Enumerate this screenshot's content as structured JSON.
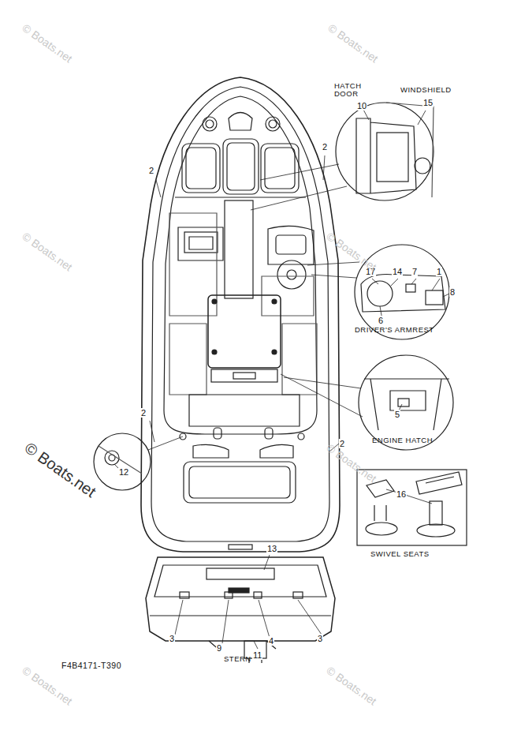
{
  "diagram": {
    "labels": [
      "HATCH DOOR",
      "WINDSHIELD",
      "10",
      "15",
      "2",
      "2",
      "2",
      "2",
      "17",
      "14",
      "7",
      "1",
      "8",
      "6",
      "DRIVER'S ARMREST",
      "5",
      "ENGINE HATCH",
      "12",
      "16",
      "SWIVEL SEATS",
      "13",
      "3",
      "9",
      "4",
      "11",
      "3",
      "STERN",
      "F4B4171-T390",
      "© Boats.net",
      "© Boats.net",
      "© Boats.net",
      "© Boats.net",
      "© Boats.net",
      "© Boats.net",
      "© Boats.net",
      "© Boats.net"
    ]
  }
}
